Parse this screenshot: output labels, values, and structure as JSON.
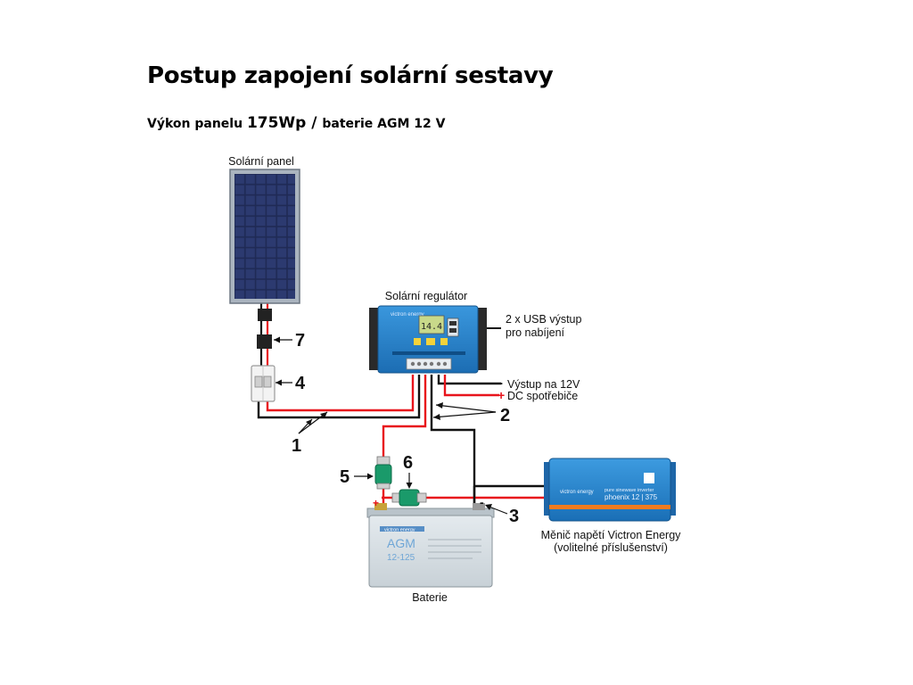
{
  "title": "Postup zapojení solární sestavy",
  "subtitle": {
    "part1": "Výkon panelu ",
    "power": "175Wp",
    "part2": " / ",
    "part3": "baterie AGM 12 V"
  },
  "components": {
    "panel": "Solární panel",
    "regulator": "Solární regulátor",
    "usb_line1": "2 x USB výstup",
    "usb_line2": "pro nabíjení",
    "dc_line1": "Výstup na 12V",
    "dc_line2": "DC spotřebiče",
    "dc_minus": "-",
    "dc_plus": "+",
    "battery": "Baterie",
    "inverter_line1": "Měnič napětí Victron Energy",
    "inverter_line2": "(volitelné příslušenství)"
  },
  "device_text": {
    "battery_brand": "victron energy",
    "battery_model": "AGM",
    "battery_size": "12-125",
    "battery_plus": "+",
    "battery_minus": "-",
    "inverter_brand": "victron energy",
    "inverter_line": "pure sinewave inverter",
    "inverter_model": "phoenix 12 | 375",
    "regulator_brand": "victron energy",
    "regulator_display": "14.4"
  },
  "callouts": [
    "1",
    "2",
    "3",
    "4",
    "5",
    "6",
    "7"
  ],
  "colors": {
    "wire_red": "#e8141c",
    "wire_black": "#111111",
    "victron_blue": "#1f7cc6",
    "panel_cell": "#1f2a55",
    "battery_body": "#d6dee3",
    "fuse_green": "#1a9a6a"
  }
}
